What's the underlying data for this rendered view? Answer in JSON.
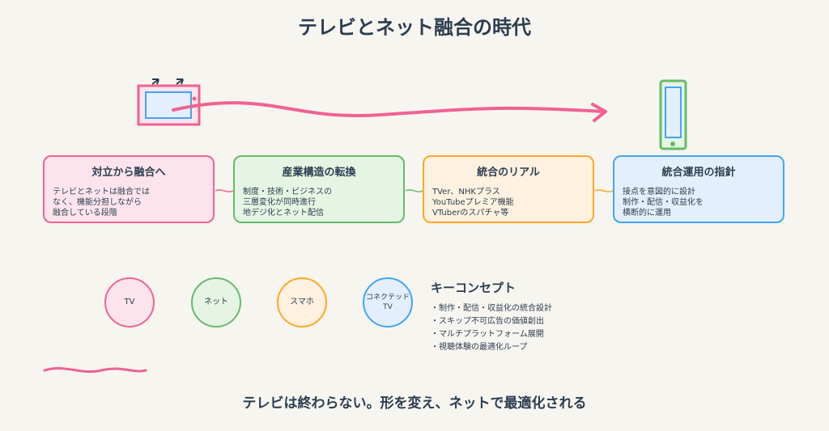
{
  "title": "テレビとネット融合の時代",
  "cards": [
    {
      "heading": "対立から融合へ",
      "body": "テレビとネットは融合では\nなく、機能分担しながら\n融合している段階"
    },
    {
      "heading": "産業構造の転換",
      "body": "制度・技術・ビジネスの\n三層変化が同時進行\n地デジ化とネット配信"
    },
    {
      "heading": "統合のリアル",
      "body": "TVer、NHKプラス\nYouTubeプレミア機能\nVTuberのスパチャ等"
    },
    {
      "heading": "統合運用の指針",
      "body": "接点を意図的に設計\n制作・配信・収益化を\n横断的に運用"
    }
  ],
  "circles": [
    "TV",
    "ネット",
    "スマホ",
    "コネクテッド\nTV"
  ],
  "concept": {
    "heading": "キーコンセプト",
    "items": [
      "制作・配信・収益化の統合設計",
      "スキップ不可広告の価値創出",
      "マルチプラットフォーム展開",
      "視聴体験の最適化ループ"
    ]
  },
  "footer": "テレビは終わらない。形を変え、ネットで最適化される",
  "colors": {
    "pink": "#f06292",
    "green": "#66bb6a",
    "orange": "#ffa726",
    "blue": "#42a5f5",
    "text": "#2c3e50",
    "background": "#f7f5f0"
  },
  "icons": [
    "tv-icon",
    "smartphone-icon"
  ]
}
